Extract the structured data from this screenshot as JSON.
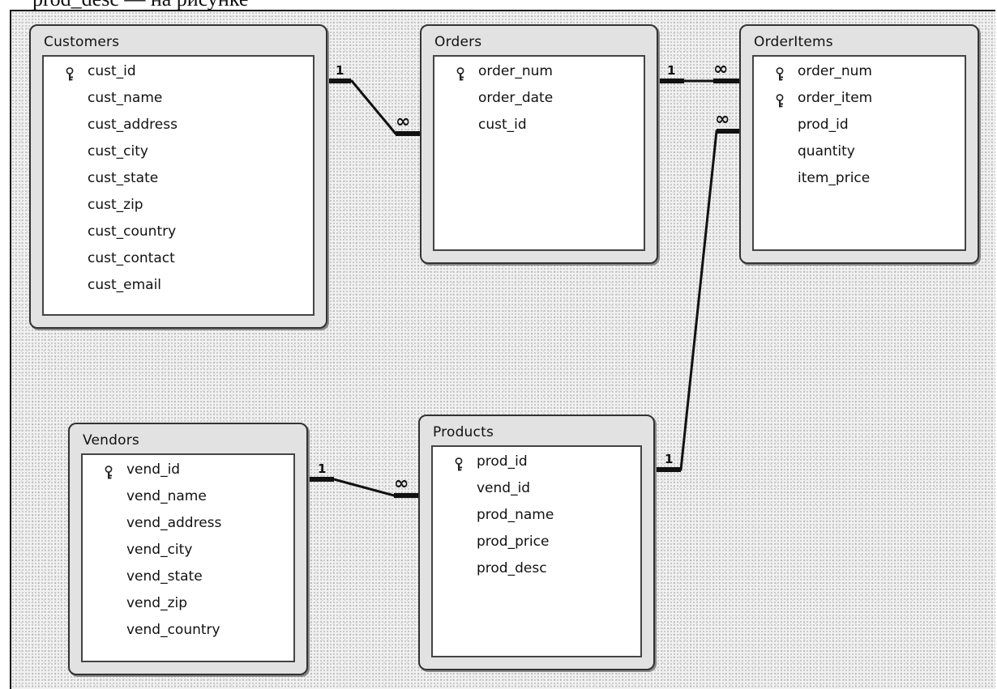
{
  "top_text": "prod_desc — на рисунке",
  "tables": {
    "customers": {
      "title": "Customers",
      "fields": [
        "cust_id",
        "cust_name",
        "cust_address",
        "cust_city",
        "cust_state",
        "cust_zip",
        "cust_country",
        "cust_contact",
        "cust_email"
      ],
      "key_fields": [
        "cust_id"
      ]
    },
    "orders": {
      "title": "Orders",
      "fields": [
        "order_num",
        "order_date",
        "cust_id"
      ],
      "key_fields": [
        "order_num"
      ]
    },
    "orderitems": {
      "title": "OrderItems",
      "fields": [
        "order_num",
        "order_item",
        "prod_id",
        "quantity",
        "item_price"
      ],
      "key_fields": [
        "order_num",
        "order_item"
      ]
    },
    "vendors": {
      "title": "Vendors",
      "fields": [
        "vend_id",
        "vend_name",
        "vend_address",
        "vend_city",
        "vend_state",
        "vend_zip",
        "vend_country"
      ],
      "key_fields": [
        "vend_id"
      ]
    },
    "products": {
      "title": "Products",
      "fields": [
        "prod_id",
        "vend_id",
        "prod_name",
        "prod_price",
        "prod_desc"
      ],
      "key_fields": [
        "prod_id"
      ]
    }
  },
  "relationships": {
    "customers_orders": {
      "from": "Customers.cust_id",
      "to": "Orders.cust_id",
      "one_label": "1",
      "many_label": "∞"
    },
    "orders_orderitems": {
      "from": "Orders.order_num",
      "to": "OrderItems.order_num",
      "one_label": "1",
      "many_label": "∞"
    },
    "products_orderitems": {
      "from": "Products.prod_id",
      "to": "OrderItems.prod_id",
      "one_label": "1",
      "many_label": "∞"
    },
    "vendors_products": {
      "from": "Vendors.vend_id",
      "to": "Products.vend_id",
      "one_label": "1",
      "many_label": "∞"
    }
  },
  "icons": {
    "primary_key": "key-icon"
  }
}
